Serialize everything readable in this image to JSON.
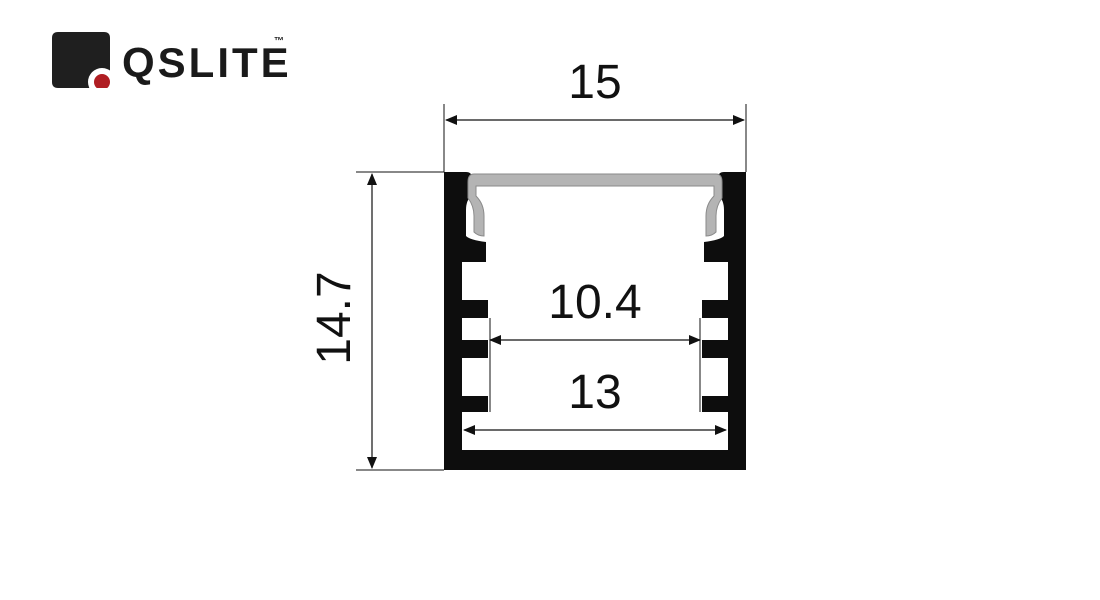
{
  "logo": {
    "text": "QSLITE",
    "trademark": "™",
    "colors": {
      "mark": "#1f1f1f",
      "dot": "#b01e23"
    }
  },
  "dimensions": {
    "overall_width": "15",
    "overall_height": "14.7",
    "inner_width_upper": "10.4",
    "inner_width_lower": "13"
  },
  "colors": {
    "profile": "#0d0d0d",
    "diffuser": "#b4b4b4",
    "dimension_line": "#111111"
  }
}
